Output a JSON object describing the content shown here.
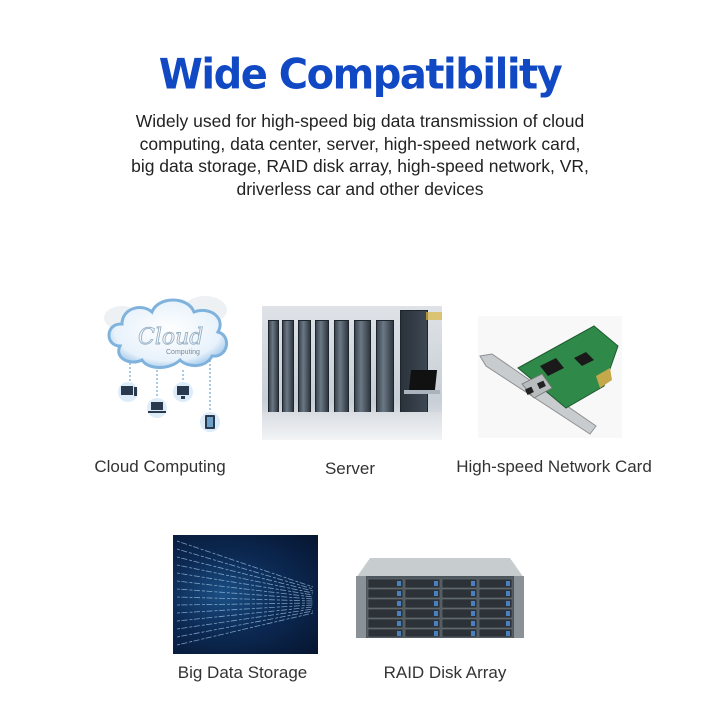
{
  "header": {
    "title": "Wide Compatibility",
    "title_color": "#1149c4",
    "description_lines": [
      "Widely used for high-speed big data transmission of cloud",
      "computing, data center, server, high-speed network card,",
      "big data storage, RAID disk array, high-speed network, VR,",
      "driverless car and other devices"
    ]
  },
  "applications": [
    {
      "label": "Cloud Computing",
      "image": "cloud-computing-illustration",
      "cloud_text": "Cloud",
      "cloud_subtext": "Computing"
    },
    {
      "label": "Server",
      "image": "server-room-photo"
    },
    {
      "label": "High-speed Network Card",
      "image": "network-card-photo"
    },
    {
      "label": "Big Data Storage",
      "image": "big-data-stream-photo"
    },
    {
      "label": "RAID Disk Array",
      "image": "raid-disk-array-photo"
    }
  ]
}
